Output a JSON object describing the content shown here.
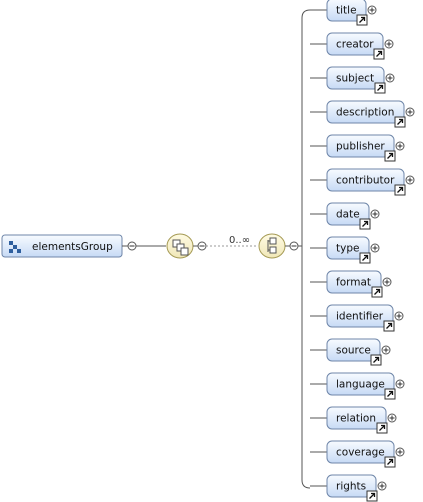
{
  "root": {
    "label": "elementsGroup"
  },
  "sequence": {
    "occurrence": "0..∞"
  },
  "elements": [
    {
      "label": "title",
      "has_reference": true
    },
    {
      "label": "creator",
      "has_reference": true
    },
    {
      "label": "subject",
      "has_reference": true
    },
    {
      "label": "description",
      "has_reference": true
    },
    {
      "label": "publisher",
      "has_reference": true
    },
    {
      "label": "contributor",
      "has_reference": true
    },
    {
      "label": "date",
      "has_reference": true
    },
    {
      "label": "type",
      "has_reference": true
    },
    {
      "label": "format",
      "has_reference": true
    },
    {
      "label": "identifier",
      "has_reference": true
    },
    {
      "label": "source",
      "has_reference": true
    },
    {
      "label": "language",
      "has_reference": true
    },
    {
      "label": "relation",
      "has_reference": true
    },
    {
      "label": "coverage",
      "has_reference": true
    },
    {
      "label": "rights",
      "has_reference": true
    }
  ],
  "colors": {
    "node_fill_top": "#f4f8ff",
    "node_fill_bottom": "#c6d8f5",
    "node_border": "#6f86a9",
    "compositor_fill": "#f6f1c9",
    "compositor_border": "#a59a54",
    "line": "#555555",
    "dashed_line": "#9a9a9a"
  },
  "icons": {
    "root": "group-icon",
    "compositor_1": "sequence-icon",
    "compositor_2": "choice-icon",
    "collapse": "collapse-icon",
    "expand": "expand-icon",
    "reference": "reference-arrow-icon"
  }
}
